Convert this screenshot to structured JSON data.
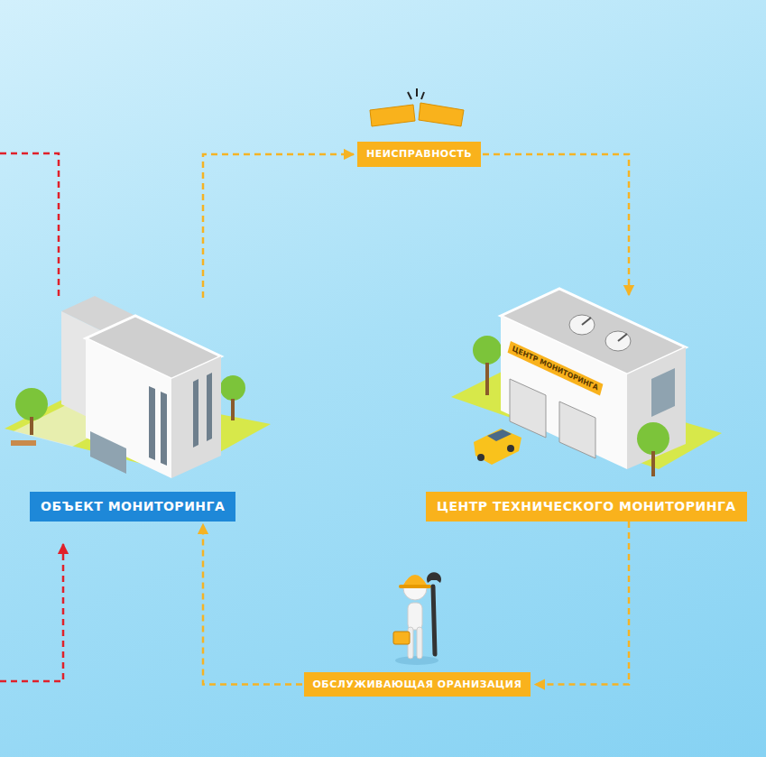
{
  "diagram": {
    "nodes": [
      {
        "text": [
          "НЕИСПРАВНОСТЬ"
        ]
      },
      {
        "text": [
          "ОБЪЕКТ МОНИТОРИНГА"
        ]
      },
      {
        "text": [
          "ЦЕНТР ТЕХНИЧЕСКОГО МОНИТОРИНГА"
        ]
      },
      {
        "text": [
          "ОБСЛУЖИВАЮЩАЯ ОРАНИЗАЦИЯ"
        ]
      }
    ],
    "edges": [
      {
        "from": 1,
        "to": 0,
        "arrow": "to"
      },
      {
        "from": 0,
        "to": 2,
        "arrow": "to"
      },
      {
        "from": 2,
        "to": 3,
        "arrow": "to"
      },
      {
        "from": 3,
        "to": 1,
        "arrow": "to"
      }
    ],
    "labels": [
      "ЦЕНТР МОНИТОРИНГА"
    ]
  }
}
